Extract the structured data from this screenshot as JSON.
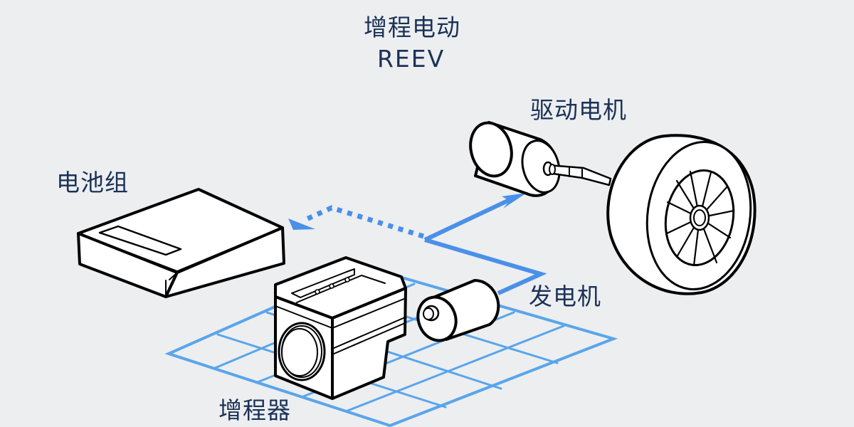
{
  "diagram": {
    "title": "增程电动",
    "subtitle": "REEV",
    "components": {
      "battery_pack": {
        "label": "电池组",
        "icon": "battery-pack-icon"
      },
      "drive_motor": {
        "label": "驱动电机",
        "icon": "drive-motor-icon"
      },
      "generator": {
        "label": "发电机",
        "icon": "generator-icon"
      },
      "range_extender": {
        "label": "增程器",
        "icon": "engine-icon"
      },
      "wheel": {
        "icon": "wheel-icon"
      }
    },
    "flows": [
      {
        "from": "generator",
        "to": "drive_motor",
        "style": "solid"
      },
      {
        "from": "generator",
        "to": "battery_pack",
        "style": "dotted"
      }
    ],
    "colors": {
      "background": "#eceef0",
      "text": "#1b3157",
      "flow_arrow": "#4a90e8",
      "grid": "#5aa5ea",
      "outline": "#000000"
    }
  }
}
